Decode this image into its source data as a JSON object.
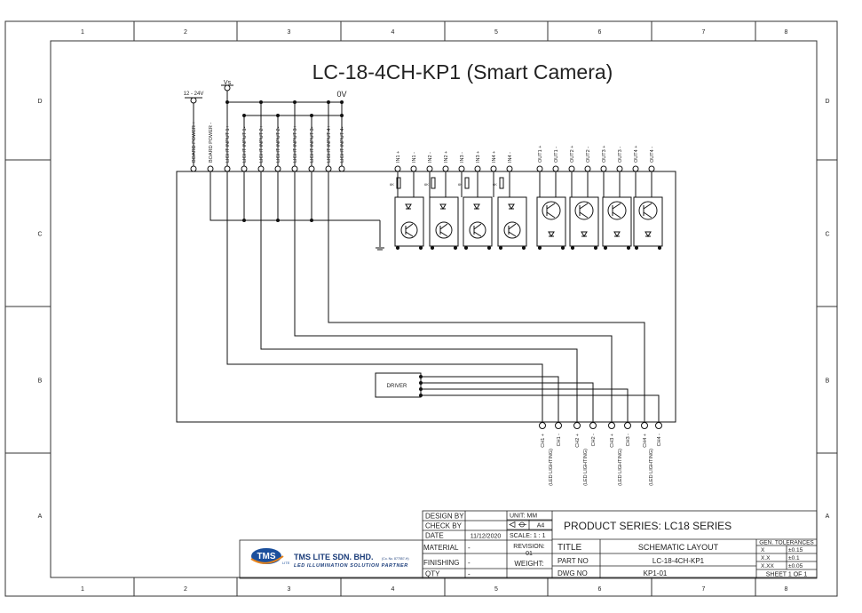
{
  "title": "LC-18-4CH-KP1 (Smart Camera)",
  "frame": {
    "cols": [
      "1",
      "2",
      "3",
      "4",
      "5",
      "6",
      "7",
      "8"
    ],
    "rows": [
      "D",
      "C",
      "B",
      "A"
    ]
  },
  "supply": {
    "voltage_label": "12 - 24V",
    "vs_label": "Vs",
    "zero_v_label": "0V"
  },
  "top_pins": [
    "BOARD POWER +",
    "BOARD POWER -",
    "LIGHT INPUT 1+",
    "LIGHT INPUT 1-",
    "LIGHT INPUT 2+",
    "LIGHT INPUT 2-",
    "LIGHT INPUT 3+",
    "LIGHT INPUT 3-",
    "LIGHT INPUT 4+",
    "LIGHT INPUT 4-"
  ],
  "io_pins": [
    "IN1 +",
    "IN1 -",
    "IN2 -",
    "IN2 +",
    "IN3 -",
    "IN3 +",
    "IN4 +",
    "IN4 -",
    "OUT1 +",
    "OUT1 -",
    "OUT2 +",
    "OUT2 -",
    "OUT3 +",
    "OUT3 -",
    "OUT4 +",
    "OUT4 -"
  ],
  "resistor_label": "6K",
  "driver_label": "DRIVER",
  "ch_pins": [
    "CH1 +",
    "CH1 -",
    "CH2 +",
    "CH2 -",
    "CH3 +",
    "CH3 -",
    "CH4 +",
    "CH4 -"
  ],
  "led_lighting": [
    "(LED LIGHTING)",
    "(LED LIGHTING)",
    "(LED LIGHTING)",
    "(LED LIGHTING)"
  ],
  "title_block": {
    "design_by": "DESIGN BY",
    "check_by": "CHECK BY",
    "date_label": "DATE",
    "date_value": "11/12/2020",
    "material_label": "MATERIAL",
    "material_value": "-",
    "finishing_label": "FINISHING",
    "finishing_value": "-",
    "qty_label": "QTY",
    "qty_value": "-",
    "unit": "UNIT:  MM",
    "size": "A4",
    "scale": "SCALE: 1 : 1",
    "revision_label": "REVISION:",
    "revision_value": "01",
    "weight_label": "WEIGHT:",
    "product_series": "PRODUCT SERIES:   LC18 SERIES",
    "title_label": "TITLE",
    "title_value": "SCHEMATIC  LAYOUT",
    "part_no_label": "PART NO",
    "part_no_value": "LC-18-4CH-KP1",
    "dwg_no_label": "DWG NO",
    "dwg_no_value": "KP1-01",
    "tol_header": "GEN. TOLERANCES",
    "tol_rows": [
      [
        "X",
        "±0.15"
      ],
      [
        "X.X",
        "±0.1"
      ],
      [
        "X.XX",
        "±0.05"
      ]
    ],
    "sheet": "SHEET 1 OF 1",
    "company": "TMS LITE SDN. BHD.",
    "company_reg": "(Co. No. 877557-H)",
    "tagline": "LED ILLUMINATION SOLUTION PARTNER",
    "logo": "TMS",
    "logo_sub": "LITE"
  },
  "colors": {
    "line": "#111111",
    "frame": "#333333",
    "logo_blue": "#1b4f9c",
    "logo_orange": "#e8841a"
  }
}
